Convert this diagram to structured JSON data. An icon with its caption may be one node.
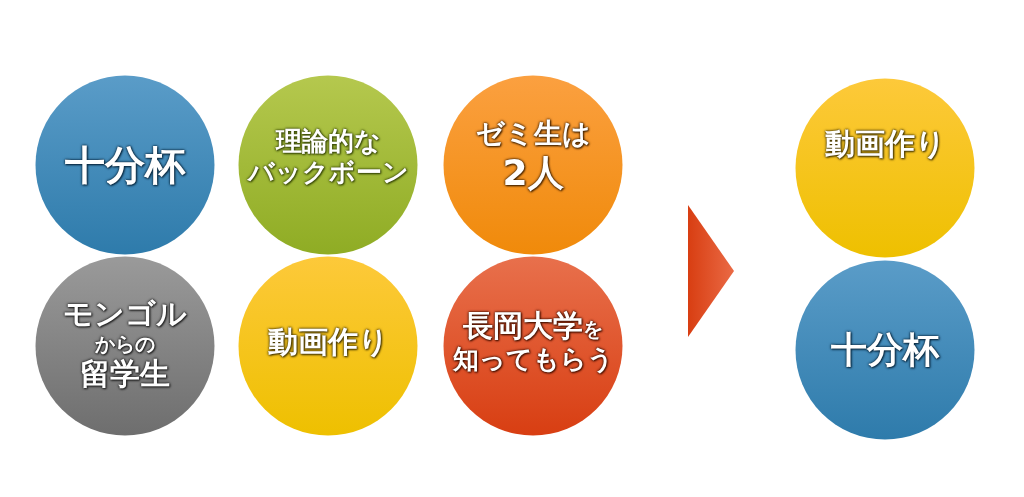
{
  "diagram": {
    "nodes": [
      {
        "text": [
          "十分杯"
        ]
      },
      {
        "text": [
          "理論的なバックボーン"
        ]
      },
      {
        "text": [
          "ゼミ生は2人"
        ]
      },
      {
        "text": [
          "モンゴルからの留学生"
        ]
      },
      {
        "text": [
          "動画作り"
        ]
      },
      {
        "text": [
          "長岡大学を知ってもらう"
        ]
      },
      {
        "text": [
          "動画作り"
        ]
      },
      {
        "text": [
          "十分杯"
        ]
      }
    ]
  }
}
